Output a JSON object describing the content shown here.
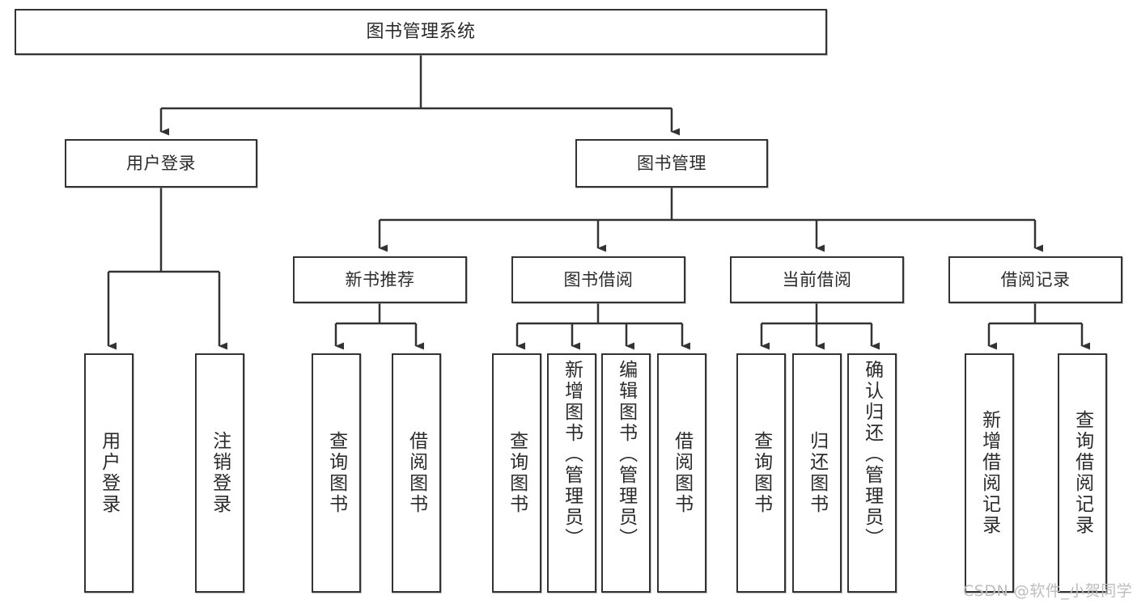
{
  "diagram": {
    "title": "图书管理系统",
    "type": "tree",
    "orientation": "top-down",
    "line_color": "#333333",
    "box_border_color": "#333333",
    "box_fill_color": "#ffffff",
    "text_color": "#2b2b2b",
    "watermark": "CSDN @软件_小贺同学",
    "watermark_color": "#bdbdbd"
  },
  "nodes": {
    "root": {
      "label": "图书管理系统",
      "level": 1
    },
    "l2": [
      {
        "id": "user-login",
        "label": "用户登录",
        "level": 2
      },
      {
        "id": "book-manage",
        "label": "图书管理",
        "level": 2
      }
    ],
    "l3": [
      {
        "id": "new-book-recommend",
        "label": "新书推荐",
        "level": 3,
        "parent": "book-manage"
      },
      {
        "id": "book-borrow",
        "label": "图书借阅",
        "level": 3,
        "parent": "book-manage"
      },
      {
        "id": "current-borrow",
        "label": "当前借阅",
        "level": 3,
        "parent": "book-manage"
      },
      {
        "id": "borrow-record",
        "label": "借阅记录",
        "level": 3,
        "parent": "book-manage"
      }
    ],
    "leaves": [
      {
        "id": "leaf-user-login",
        "label": "用户登录",
        "parent": "user-login",
        "centered": true
      },
      {
        "id": "leaf-logout-login",
        "label": "注销登录",
        "parent": "user-login",
        "centered": true
      },
      {
        "id": "leaf-query-book-1",
        "label": "查询图书",
        "parent": "new-book-recommend",
        "centered": true
      },
      {
        "id": "leaf-borrow-book-1",
        "label": "借阅图书",
        "parent": "new-book-recommend",
        "centered": true
      },
      {
        "id": "leaf-query-book-2",
        "label": "查询图书",
        "parent": "book-borrow",
        "centered": true
      },
      {
        "id": "leaf-add-book-admin",
        "label": "新增图书（管理员）",
        "parent": "book-borrow",
        "centered": false
      },
      {
        "id": "leaf-edit-book-admin",
        "label": "编辑图书（管理员）",
        "parent": "book-borrow",
        "centered": false
      },
      {
        "id": "leaf-borrow-book-2",
        "label": "借阅图书",
        "parent": "book-borrow",
        "centered": true
      },
      {
        "id": "leaf-query-book-3",
        "label": "查询图书",
        "parent": "current-borrow",
        "centered": true
      },
      {
        "id": "leaf-return-book",
        "label": "归还图书",
        "parent": "current-borrow",
        "centered": true
      },
      {
        "id": "leaf-confirm-return-admin",
        "label": "确认归还（管理员）",
        "parent": "current-borrow",
        "centered": false
      },
      {
        "id": "leaf-add-borrow-record",
        "label": "新增借阅记录",
        "parent": "borrow-record",
        "centered": true
      },
      {
        "id": "leaf-query-borrow-record",
        "label": "查询借阅记录",
        "parent": "borrow-record",
        "centered": true
      }
    ]
  }
}
